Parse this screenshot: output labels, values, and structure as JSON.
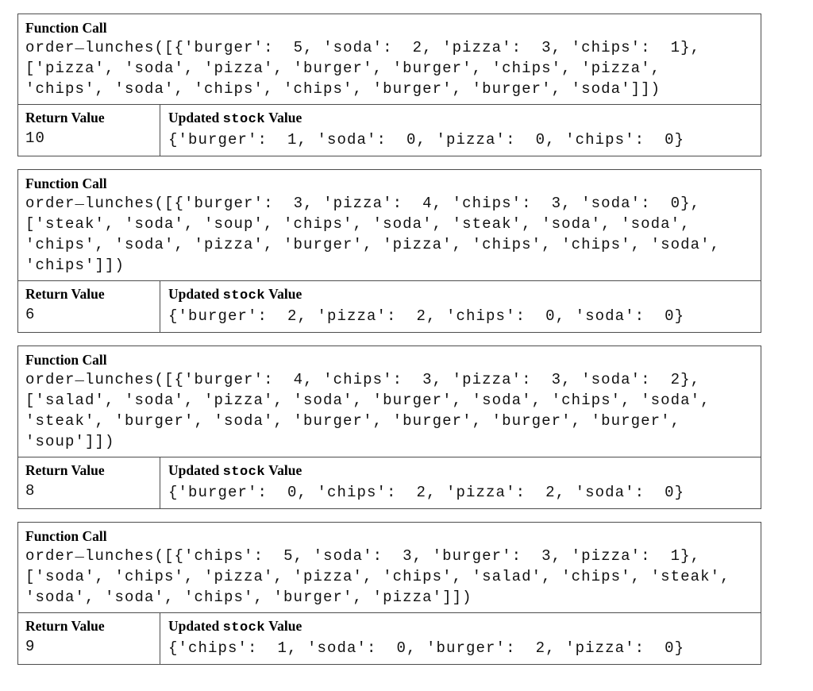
{
  "labels": {
    "function_call": "Function Call",
    "return_value": "Return Value",
    "updated_prefix": "Updated ",
    "stock_var": "stock",
    "updated_suffix": " Value"
  },
  "cases": [
    {
      "call_lines": [
        "order_lunches([{'burger':  5, 'soda':  2, 'pizza':  3, 'chips':  1},",
        "['pizza', 'soda', 'pizza', 'burger', 'burger', 'chips', 'pizza',",
        "'chips', 'soda', 'chips', 'chips', 'burger', 'burger', 'soda']])"
      ],
      "return_value": "10",
      "updated_stock": "{'burger':  1, 'soda':  0, 'pizza':  0, 'chips':  0}"
    },
    {
      "call_lines": [
        "order_lunches([{'burger':  3, 'pizza':  4, 'chips':  3, 'soda':  0},",
        "['steak', 'soda', 'soup', 'chips', 'soda', 'steak', 'soda', 'soda',",
        "'chips', 'soda', 'pizza', 'burger', 'pizza', 'chips', 'chips', 'soda',",
        "'chips']])"
      ],
      "return_value": "6",
      "updated_stock": "{'burger':  2, 'pizza':  2, 'chips':  0, 'soda':  0}"
    },
    {
      "call_lines": [
        "order_lunches([{'burger':  4, 'chips':  3, 'pizza':  3, 'soda':  2},",
        "['salad', 'soda', 'pizza', 'soda', 'burger', 'soda', 'chips', 'soda',",
        "'steak', 'burger', 'soda', 'burger', 'burger', 'burger', 'burger',",
        "'soup']])"
      ],
      "return_value": "8",
      "updated_stock": "{'burger':  0, 'chips':  2, 'pizza':  2, 'soda':  0}"
    },
    {
      "call_lines": [
        "order_lunches([{'chips':  5, 'soda':  3, 'burger':  3, 'pizza':  1},",
        "['soda', 'chips', 'pizza', 'pizza', 'chips', 'salad', 'chips', 'steak',",
        "'soda', 'soda', 'chips', 'burger', 'pizza']])"
      ],
      "return_value": "9",
      "updated_stock": "{'chips':  1, 'soda':  0, 'burger':  2, 'pizza':  0}"
    }
  ]
}
